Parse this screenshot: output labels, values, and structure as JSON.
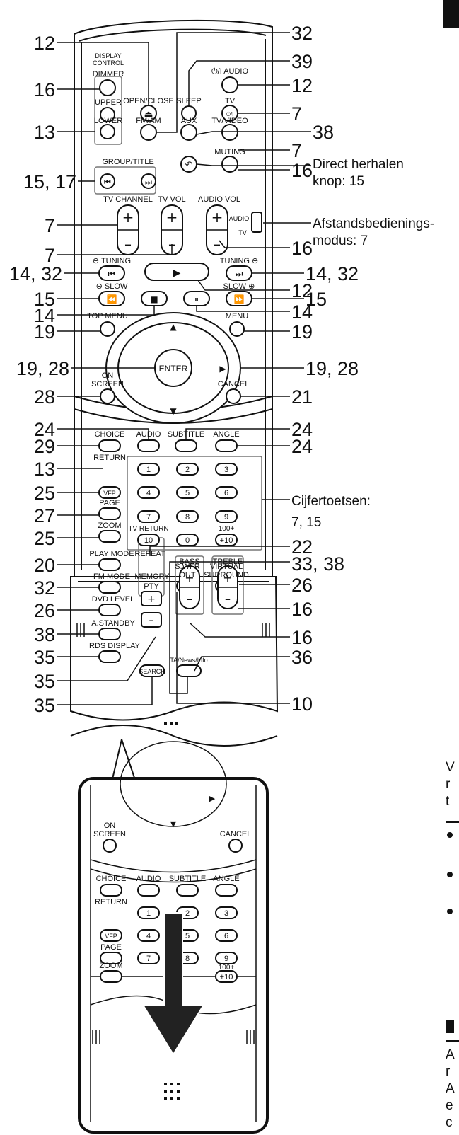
{
  "callouts": {
    "l1": "12",
    "l2": "16",
    "l3": "13",
    "l4": "15, 17",
    "l5": "7",
    "l6": "7",
    "l7": "14, 32",
    "l8": "15",
    "l9": "14",
    "l10": "19",
    "l11": "19, 28",
    "l12": "28",
    "l13": "24",
    "l14": "29",
    "l15": "13",
    "l16": "25",
    "l17": "27",
    "l18": "25",
    "l19": "20",
    "l20": "32",
    "l21": "26",
    "l22": "38",
    "l23": "35",
    "l24": "35",
    "l25": "35",
    "r1": "32",
    "r2": "39",
    "r3": "12",
    "r4": "7",
    "r5": "38",
    "r6": "7",
    "r7": "16",
    "r8": "16",
    "r9": "14, 32",
    "r10": "12",
    "r11": "15",
    "r12": "14",
    "r13": "19",
    "r14": "19, 28",
    "r15": "21",
    "r16": "24",
    "r17": "24",
    "r18": "22",
    "r19": "33, 38",
    "r20": "26",
    "r21": "16",
    "r22": "16",
    "r23": "36",
    "r24": "10"
  },
  "side_text": {
    "direct_1": "Direct herhalen",
    "direct_2": "knop: 15",
    "afstand_1": "Afstandsbedienings-",
    "afstand_2": "modus: 7",
    "cijfer_1": "Cijfertoetsen:",
    "cijfer_2": "7, 15"
  },
  "remote_labels": {
    "display_control_1": "DISPLAY",
    "display_control_2": "CONTROL",
    "dimmer": "DIMMER",
    "open_close": "OPEN/CLOSE",
    "sleep": "SLEEP",
    "audio_power": "⏻/I AUDIO",
    "upper": "UPPER",
    "lower": "LOWER",
    "fm_am": "FM/AM",
    "aux": "AUX",
    "tv": "TV",
    "tv_power": "⏻/I",
    "tv_video": "TV/VIDEO",
    "group_title": "GROUP/TITLE",
    "muting": "MUTING",
    "tv_channel": "TV CHANNEL",
    "tv_vol": "TV VOL",
    "audio_vol": "AUDIO VOL",
    "audio_mode": "AUDIO",
    "tv_mode": "TV",
    "tuning_minus": "⊖ TUNING",
    "tuning_plus": "TUNING ⊕",
    "slow_minus": "⊖ SLOW",
    "slow_plus": "SLOW ⊕",
    "top_menu": "TOP MENU",
    "menu": "MENU",
    "enter": "ENTER",
    "on": "ON",
    "screen": "SCREEN",
    "cancel": "CANCEL",
    "choice": "CHOICE",
    "audio": "AUDIO",
    "subtitle": "SUBTITLE",
    "angle": "ANGLE",
    "return": "RETURN",
    "vfp": "VFP",
    "page": "PAGE",
    "zoom": "ZOOM",
    "tv_return": "TV RETURN",
    "k1": "1",
    "k2": "2",
    "k3": "3",
    "k4": "4",
    "k5": "5",
    "k6": "6",
    "k7": "7",
    "k8": "8",
    "k9": "9",
    "k10": "10",
    "k0": "0",
    "k100": "100+",
    "kplus10": "+10",
    "play_mode": "PLAY MODE",
    "repeat": "REPEAT",
    "fm_mode": "FM MODE",
    "memory": "MEMORY",
    "swfr": "S.WFR",
    "out": "OUT",
    "virtual": "VIRTUAL",
    "surround": "SURROUND",
    "dvd_level": "DVD LEVEL",
    "pty": "PTY",
    "bass": "BASS",
    "treble": "TREBLE",
    "a_standby": "A.STANDBY",
    "rds_display": "RDS DISPLAY",
    "search": "SEARCH",
    "tanews": "TA/News/Info"
  },
  "page_edge_text": {
    "v": "V",
    "r1": "r",
    "t1": "t",
    "a1": "A",
    "r2": "r",
    "a2": "A",
    "e": "e",
    "c": "c"
  }
}
